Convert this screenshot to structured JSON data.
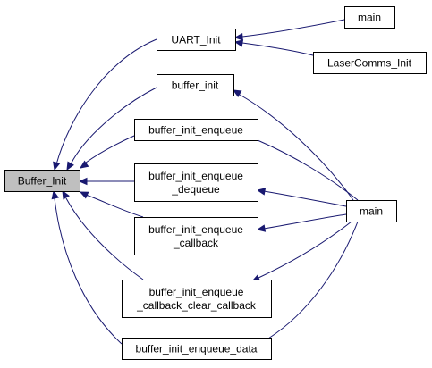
{
  "graph": {
    "edge_color": "#191970",
    "root_fill": "#bfbfbf",
    "nodes": [
      {
        "id": "buffer-init-root",
        "lines": [
          "Buffer_Init"
        ],
        "root": true
      },
      {
        "id": "uart-init",
        "lines": [
          "UART_Init"
        ]
      },
      {
        "id": "main-top",
        "lines": [
          "main"
        ]
      },
      {
        "id": "lasercomms-init",
        "lines": [
          "LaserComms_Init"
        ]
      },
      {
        "id": "buffer-init",
        "lines": [
          "buffer_init"
        ]
      },
      {
        "id": "buffer-init-enqueue",
        "lines": [
          "buffer_init_enqueue"
        ]
      },
      {
        "id": "buffer-init-enqueue-dequeue",
        "lines": [
          "buffer_init_enqueue",
          "_dequeue"
        ]
      },
      {
        "id": "buffer-init-enqueue-callback",
        "lines": [
          "buffer_init_enqueue",
          "_callback"
        ]
      },
      {
        "id": "buffer-init-enqueue-callback-clear-callback",
        "lines": [
          "buffer_init_enqueue",
          "_callback_clear_callback"
        ]
      },
      {
        "id": "buffer-init-enqueue-data",
        "lines": [
          "buffer_init_enqueue_data"
        ]
      },
      {
        "id": "main-right",
        "lines": [
          "main"
        ]
      }
    ],
    "edges": [
      {
        "from": "uart-init",
        "to": "buffer-init-root"
      },
      {
        "from": "buffer-init",
        "to": "buffer-init-root"
      },
      {
        "from": "buffer-init-enqueue",
        "to": "buffer-init-root"
      },
      {
        "from": "buffer-init-enqueue-dequeue",
        "to": "buffer-init-root"
      },
      {
        "from": "buffer-init-enqueue-callback",
        "to": "buffer-init-root"
      },
      {
        "from": "buffer-init-enqueue-callback-clear-callback",
        "to": "buffer-init-root"
      },
      {
        "from": "buffer-init-enqueue-data",
        "to": "buffer-init-root"
      },
      {
        "from": "main-top",
        "to": "uart-init"
      },
      {
        "from": "lasercomms-init",
        "to": "uart-init"
      },
      {
        "from": "main-right",
        "to": "buffer-init"
      },
      {
        "from": "main-right",
        "to": "buffer-init-enqueue-dequeue"
      },
      {
        "from": "main-right",
        "to": "buffer-init-enqueue-callback"
      },
      {
        "from": "main-right",
        "to": "buffer-init-enqueue-callback-clear-callback"
      },
      {
        "from": "main-right",
        "to": "buffer-init-enqueue-data"
      },
      {
        "from": "main-right",
        "to": "buffer-init-enqueue"
      }
    ]
  }
}
